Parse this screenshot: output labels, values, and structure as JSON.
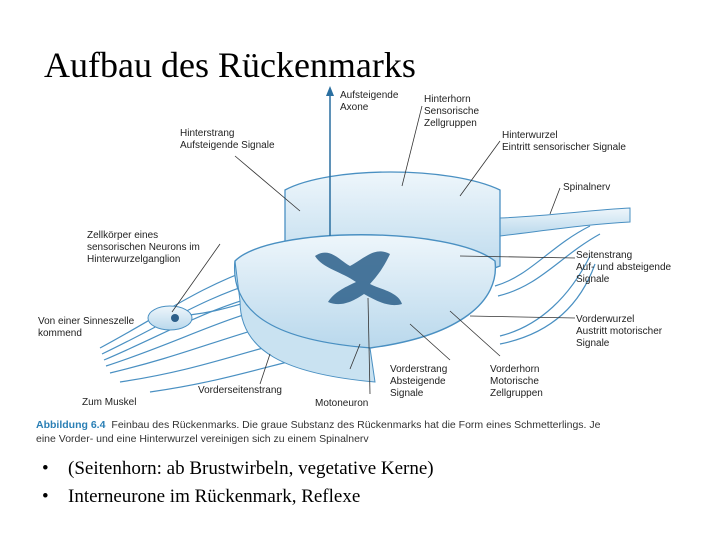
{
  "slide": {
    "title": "Aufbau des Rückenmarks",
    "bullets": [
      "(Seitenhorn: ab Brustwirbeln, vegetative Kerne)",
      "Interneurone im Rückenmark, Reflexe"
    ]
  },
  "figure": {
    "labels": {
      "ascending_axons": "Aufsteigende\nAxone",
      "dorsal_horn": "Hinterhorn\nSensorische\nZellgruppen",
      "dorsal_column": "Hinterstrang\nAufsteigende Signale",
      "dorsal_root": "Hinterwurzel\nEintritt sensorischer Signale",
      "spinal_nerve": "Spinalnerv",
      "ganglion_cell": "Zellkörper eines\nsensorischen Neurons im\nHinterwurzelganglion",
      "lateral_column": "Seitenstrang\nAuf- und absteigende\nSignale",
      "from_sense_cell": "Von einer Sinneszelle\nkommend",
      "ventral_root": "Vorderwurzel\nAustritt motorischer\nSignale",
      "ventrolateral_tract": "Vorderseitenstrang",
      "ventral_column": "Vorderstrang\nAbsteigende\nSignale",
      "ventral_horn": "Vorderhorn\nMotorische\nZellgruppen",
      "to_muscle": "Zum Muskel",
      "motoneuron": "Motoneuron"
    },
    "caption": {
      "figure_number": "Abbildung 6.4",
      "line1": "Feinbau des Rückenmarks. Die graue Substanz des Rückenmarks hat die Form eines Schmetterlings. Je",
      "line2": "eine Vorder- und eine Hinterwurzel vereinigen sich zu einem Spinalnerv"
    },
    "colors": {
      "tissue": "#dcecf6",
      "outline": "#4a90c2",
      "grey_matter": "#2c5f8a",
      "caption_accent": "#2a7fb5"
    }
  }
}
